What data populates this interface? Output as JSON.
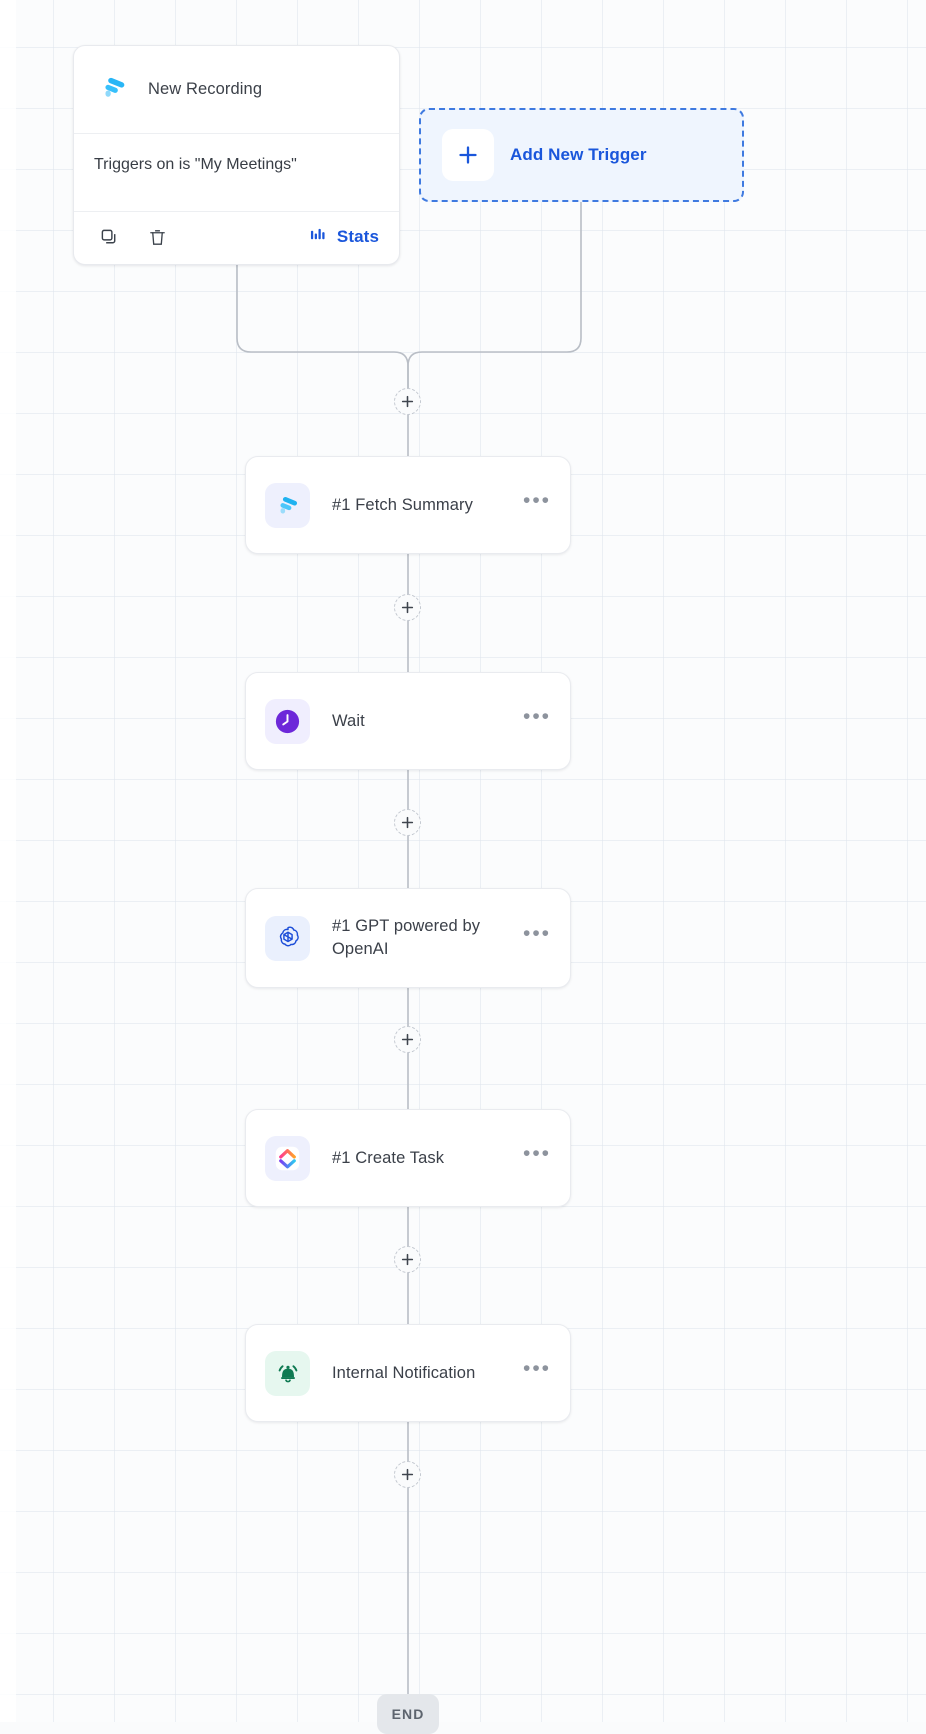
{
  "canvas": {
    "grid": true,
    "background_color": "#fbfcfd",
    "wire_color": "#b9bec6"
  },
  "trigger": {
    "title": "New Recording",
    "description": "Triggers on is \"My Meetings\"",
    "icon": "fireflies-icon",
    "actions": {
      "duplicate_label": "",
      "delete_label": "",
      "stats_label": "Stats",
      "stats_color": "#1a56db"
    }
  },
  "add_trigger": {
    "label": "Add New Trigger",
    "icon": "plus-icon",
    "accent_color": "#1a56db",
    "fill_color": "#eff5fe"
  },
  "steps": [
    {
      "label": "#1 Fetch Summary",
      "icon": "fireflies-icon",
      "icon_bg": "violet",
      "menu_label": "•••"
    },
    {
      "label": "Wait",
      "icon": "clock-icon",
      "icon_bg": "lav",
      "menu_label": "•••"
    },
    {
      "label": "#1 GPT powered by OpenAI",
      "icon": "openai-icon",
      "icon_bg": "blue",
      "menu_label": "•••"
    },
    {
      "label": "#1 Create Task",
      "icon": "clickup-icon",
      "icon_bg": "violet",
      "menu_label": "•••"
    },
    {
      "label": "Internal Notification",
      "icon": "bell-icon",
      "icon_bg": "green",
      "menu_label": "•••"
    }
  ],
  "connectors": {
    "plus_label": "+",
    "count": 6
  },
  "end_node": {
    "label": "END"
  }
}
